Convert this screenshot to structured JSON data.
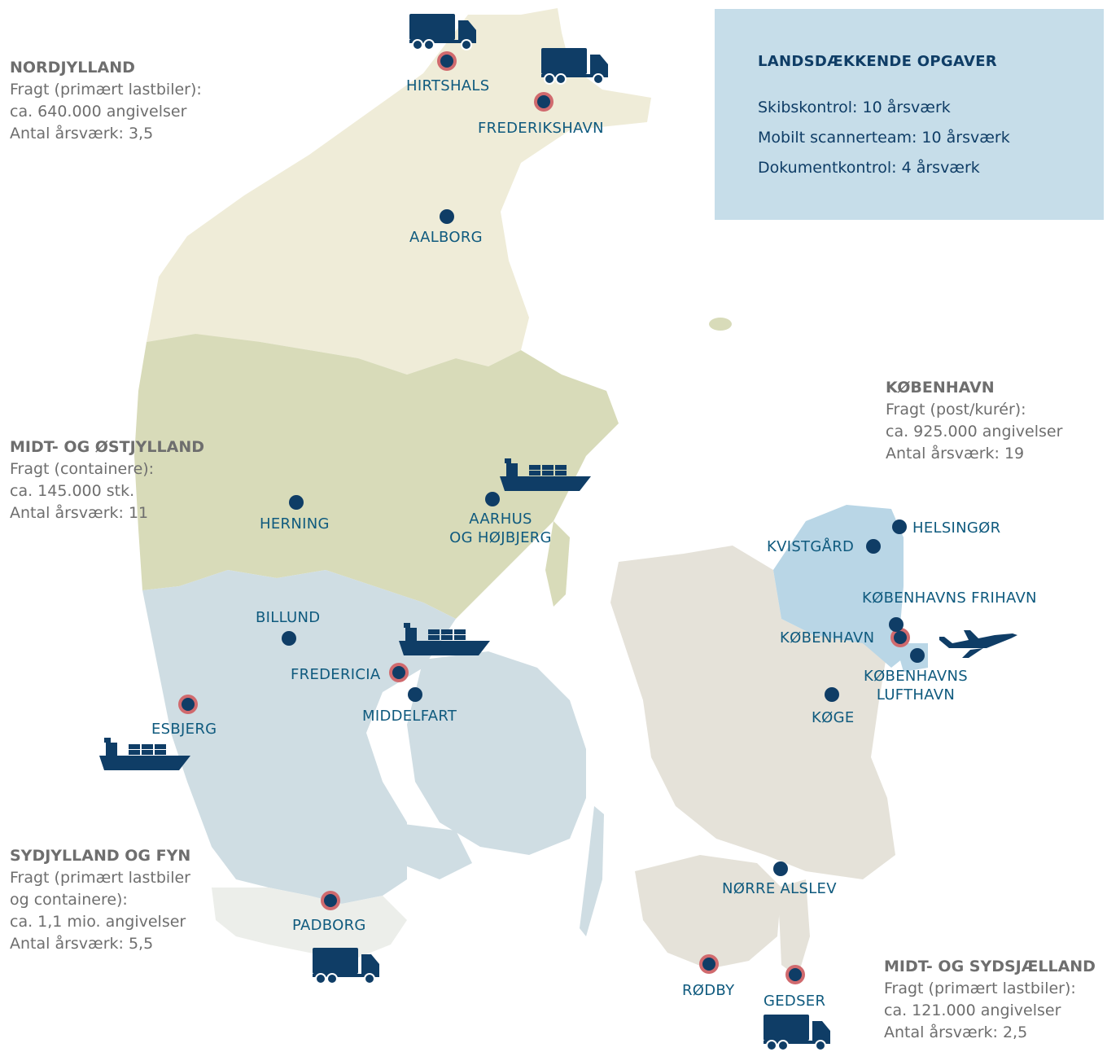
{
  "regions": {
    "nordjylland": {
      "title": "NORDJYLLAND",
      "lines": [
        "Fragt (primært lastbiler):",
        "ca. 640.000 angivelser",
        "Antal årsværk: 3,5"
      ]
    },
    "midt_oest": {
      "title": "MIDT- OG ØSTJYLLAND",
      "lines": [
        "Fragt (containere):",
        "ca. 145.000 stk.",
        "Antal årsværk: 11"
      ]
    },
    "sydjylland_fyn": {
      "title": "SYDJYLLAND OG FYN",
      "lines": [
        "Fragt (primært lastbiler",
        "og containere):",
        "ca. 1,1 mio. angivelser",
        "Antal årsværk: 5,5"
      ]
    },
    "koebenhavn": {
      "title": "KØBENHAVN",
      "lines": [
        "Fragt (post/kurér):",
        "ca. 925.000 angivelser",
        "Antal årsværk: 19"
      ]
    },
    "midt_syd_sjaelland": {
      "title": "MIDT- OG SYDSJÆLLAND",
      "lines": [
        "Fragt (primært lastbiler):",
        "ca. 121.000 angivelser",
        "Antal årsværk: 2,5"
      ]
    }
  },
  "infobox": {
    "title": "LANDSDÆKKENDE OPGAVER",
    "lines": [
      "Skibskontrol: 10 årsværk",
      "Mobilt scannerteam: 10 årsværk",
      "Dokumentkontrol: 4 årsværk"
    ]
  },
  "cities": {
    "hirtshals": "HIRTSHALS",
    "frederikshavn": "FREDERIKSHAVN",
    "aalborg": "AALBORG",
    "herning": "HERNING",
    "aarhus_1": "AARHUS",
    "aarhus_2": "OG HØJBJERG",
    "billund": "BILLUND",
    "fredericia": "FREDERICIA",
    "middelfart": "MIDDELFART",
    "esbjerg": "ESBJERG",
    "padborg": "PADBORG",
    "helsingoer": "HELSINGØR",
    "kvistgaard": "KVISTGÅRD",
    "kbh_frihavn": "KØBENHAVNS FRIHAVN",
    "koebenhavn": "KØBENHAVN",
    "kbh_lufthavn_1": "KØBENHAVNS",
    "kbh_lufthavn_2": "LUFTHAVN",
    "koege": "KØGE",
    "noerre_alslev": "NØRRE ALSLEV",
    "roedby": "RØDBY",
    "gedser": "GEDSER"
  },
  "colors": {
    "nordjylland": "#efecd8",
    "midt_oest": "#d8dbb9",
    "syd_fyn": "#cfdde3",
    "koebenhavn": "#b9d6e6",
    "sjaelland": "#e5e2d9",
    "soenderjylland": "#eceeea",
    "marker": "#0f3d66",
    "marker_ring": "#d06a6e",
    "icon": "#0f3d66",
    "label": "#0f5a7e",
    "region_text": "#6e6e6e",
    "infobox": "#c6dde9"
  },
  "icons": [
    "truck-icon",
    "ship-icon",
    "airplane-icon"
  ]
}
